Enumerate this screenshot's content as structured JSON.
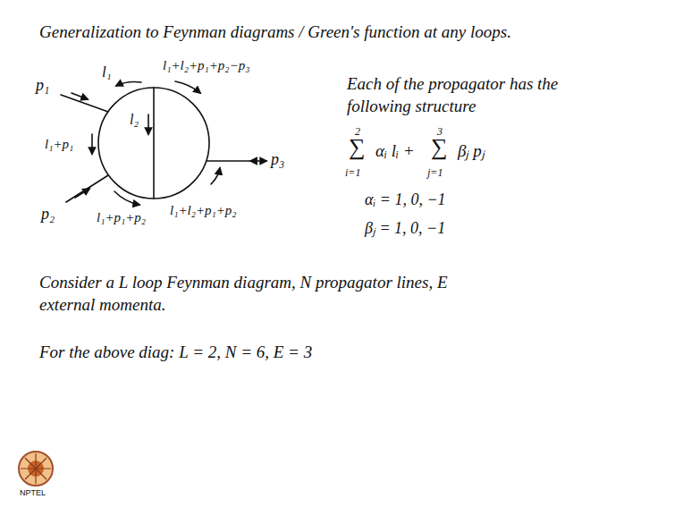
{
  "diagram": {
    "title": "Generalization to Feynman diagrams / Green's function at any loops.",
    "labels": [
      "p₁",
      "l₁",
      "l₁+l₂+p₁+p₂−p₃",
      "l₂",
      "p₃",
      "l₁+p₁",
      "p₂",
      "l₁+p₁+p₂",
      "l₁+l₂+p₁+p₂",
      "Each of the propagator has the following structure",
      "2",
      "∑",
      "i=1",
      "αᵢ lᵢ +",
      "3",
      "∑",
      "j=1",
      "βⱼ pⱼ",
      "αᵢ = 1, 0, −1",
      "βⱼ = 1, 0, −1",
      "Consider a L loop Feynman diagram, N propagator lines, E external momenta.",
      "For the above diag: L = 2, N = 6, E = 3",
      "NPTEL"
    ]
  }
}
